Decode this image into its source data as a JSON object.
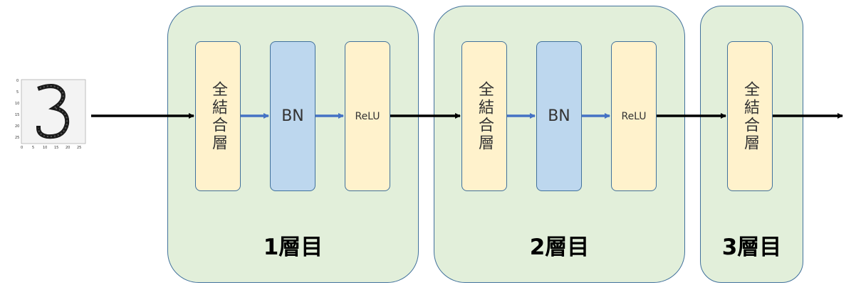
{
  "input": {
    "icon": "mnist-digit-3-icon",
    "y_ticks": [
      "0",
      "5",
      "10",
      "15",
      "20",
      "25"
    ],
    "x_ticks": [
      "0",
      "5",
      "10",
      "15",
      "20",
      "25"
    ]
  },
  "layers": [
    {
      "label": "1層目",
      "blocks": [
        {
          "kind": "fc",
          "text": "全結合層"
        },
        {
          "kind": "bn",
          "text": "BN"
        },
        {
          "kind": "relu",
          "text": "ReLU"
        }
      ]
    },
    {
      "label": "2層目",
      "blocks": [
        {
          "kind": "fc",
          "text": "全結合層"
        },
        {
          "kind": "bn",
          "text": "BN"
        },
        {
          "kind": "relu",
          "text": "ReLU"
        }
      ]
    },
    {
      "label": "3層目",
      "blocks": [
        {
          "kind": "fc",
          "text": "全結合層"
        }
      ]
    }
  ],
  "colors": {
    "group_fill": "#e2efda",
    "group_border": "#41719c",
    "fc_fill": "#fff2cc",
    "bn_fill": "#bdd7ee",
    "arrow_main": "#000000",
    "arrow_inner": "#4472c4"
  }
}
